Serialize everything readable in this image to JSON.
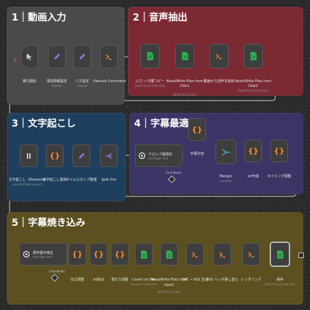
{
  "colors": {
    "group1": "#4a4a4a",
    "group2": "#7b2a33",
    "group3": "#1f3f5e",
    "group4": "#3b3566",
    "group5": "#5c5020",
    "edge": "#cfcfcf",
    "edge_red": "#d94d4d",
    "icon_green": "#2fae4e",
    "icon_orange": "#ff8a2a",
    "icon_purple": "#8d71e8",
    "icon_teal": "#3ab5c9"
  },
  "groups": [
    {
      "title": "1｜動画入力"
    },
    {
      "title": "2｜音声抽出"
    },
    {
      "title": "3｜文字起こし"
    },
    {
      "title": "4｜字幕最適化"
    },
    {
      "title": "5｜字幕焼き込み"
    }
  ],
  "nodes": {
    "start": {
      "label": "実行開始",
      "icon": "cursor-icon"
    },
    "pre_settings": {
      "label": "事前情報設定",
      "sub": "manual",
      "icon": "pencil-icon"
    },
    "path_settings": {
      "label": "パス設定",
      "sub": "manual",
      "icon": "pencil-icon"
    },
    "exec_cmd": {
      "label": "Execute Command",
      "icon": "terminal-icon"
    },
    "input_copy": {
      "label": "入力 → 作業コピー",
      "sub": "Read File(s) From Disk",
      "icon": "file-icon"
    },
    "rw_disk1": {
      "label": "Read/Write Files from",
      "label2": "Disk1",
      "sub": "Write File to Disk",
      "icon": "file-icon"
    },
    "extract_audio": {
      "label": "動画から音声を抽出",
      "icon": "terminal-icon"
    },
    "rw_disk2": {
      "label": "Read/Write Files from",
      "label2": "Disk2",
      "sub": "Read File(s) From Disk",
      "icon": "file-icon"
    },
    "transcribe": {
      "label": "文字起こし（Elevenlab",
      "sub": "speechToText: speech",
      "icon": "elevenlabs-icon"
    },
    "get_text": {
      "label": "文字起こし取得",
      "icon": "braces-icon"
    },
    "timestamp": {
      "label": "タイムスタンプ整理",
      "icon": "pencil-icon"
    },
    "split_out": {
      "label": "Split Out",
      "icon": "split-icon"
    },
    "telop": {
      "title": "テロップ最適化",
      "sub": "message: text",
      "icon": "openai-icon"
    },
    "sub_split": {
      "label": "字幕分割",
      "icon": "braces-icon"
    },
    "merge2": {
      "label": "Merge2",
      "sub": "combine",
      "icon": "merge-icon"
    },
    "srt_make": {
      "label": "srt作成",
      "icon": "braces-icon"
    },
    "timing": {
      "label": "タイミング調整",
      "icon": "braces-icon"
    },
    "typo": {
      "title": "誤字脱字修正",
      "sub": "message: text",
      "icon": "openai-icon"
    },
    "output_adj": {
      "label": "出力調整",
      "icon": "braces-icon"
    },
    "srt_join": {
      "label": "srt結合",
      "icon": "braces-icon"
    },
    "overlap": {
      "label": "重なり調整",
      "icon": "braces-icon"
    },
    "convert_srt": {
      "label": "Covert srt File",
      "sub": "Convert to Text File",
      "icon": "file-icon"
    },
    "rw_disk3": {
      "label": "Read/Write Files from",
      "label2": "Disk3",
      "sub": "Write File to Disk",
      "icon": "file-icon"
    },
    "srt_ass": {
      "label": "SRT → ASS 生成",
      "icon": "terminal-icon"
    },
    "ass_header": {
      "label": "ASS ヘッダ差し替え",
      "icon": "terminal-icon"
    },
    "render": {
      "label": "レンダリング",
      "icon": "terminal-icon"
    },
    "save": {
      "label": "保存",
      "sub": "Read File(s) From Disk",
      "icon": "file-icon"
    }
  },
  "connector_labels": {
    "chat_model_1": "Chat Model",
    "chat_model_2": "Chat Model"
  }
}
